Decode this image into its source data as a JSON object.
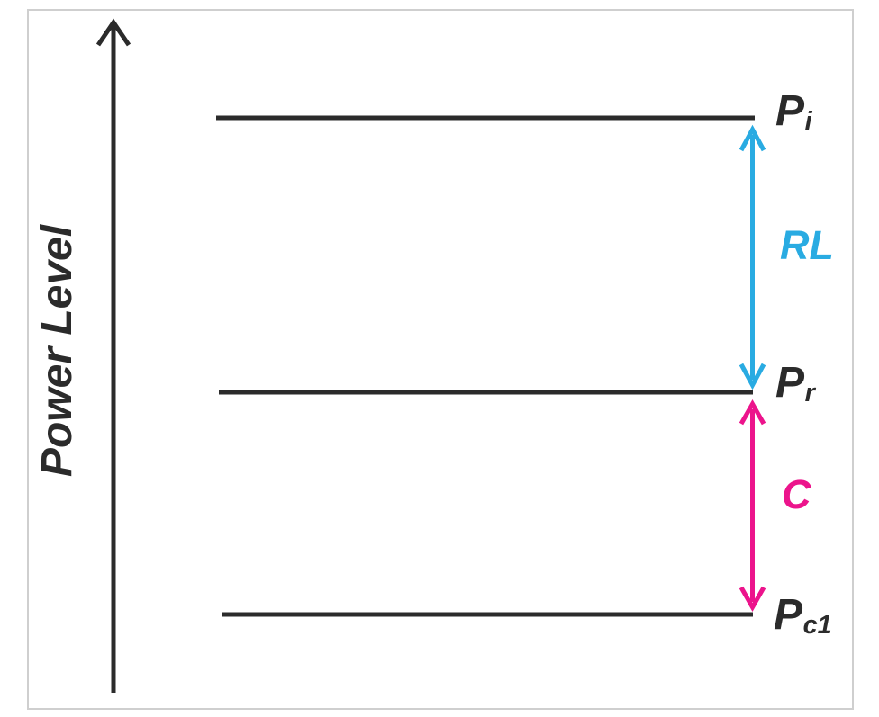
{
  "axis": {
    "label": "Power Level"
  },
  "levels": [
    {
      "base": "P",
      "sub": "i"
    },
    {
      "base": "P",
      "sub": "r"
    },
    {
      "base": "P",
      "sub": "c1"
    }
  ],
  "spans": [
    {
      "label": "RL"
    },
    {
      "label": "C"
    }
  ],
  "colors": {
    "ink": "#2b2b2b",
    "rl-arrow": "#29abe2",
    "c-arrow": "#ec148c",
    "frame-border": "#cfcfcf",
    "background": "#ffffff"
  }
}
